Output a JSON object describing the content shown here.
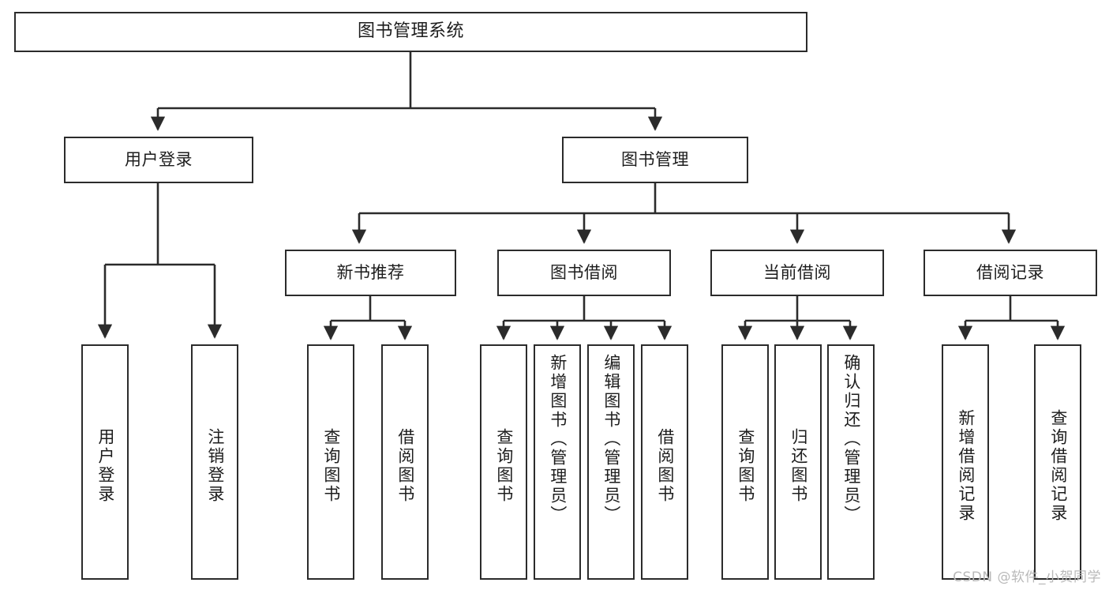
{
  "diagram": {
    "title": "图书管理系统",
    "type": "tree",
    "style": {
      "box_stroke": "#2b2b2b",
      "box_fill": "#ffffff",
      "line_color": "#333333",
      "text_color": "#1d1d1d",
      "watermark_color": "#b9b9b9"
    },
    "root": {
      "label": "图书管理系统"
    },
    "level2": [
      {
        "label": "用户登录"
      },
      {
        "label": "图书管理"
      }
    ],
    "level3": [
      {
        "label": "新书推荐"
      },
      {
        "label": "图书借阅"
      },
      {
        "label": "当前借阅"
      },
      {
        "label": "借阅记录"
      }
    ],
    "leaves": {
      "user_login": [
        {
          "label": "用户登录"
        },
        {
          "label": "注销登录"
        }
      ],
      "new_book_recommend": [
        {
          "label": "查询图书"
        },
        {
          "label": "借阅图书"
        }
      ],
      "book_borrow": [
        {
          "label": "查询图书"
        },
        {
          "label": "新增图书（管理员）"
        },
        {
          "label": "编辑图书（管理员）"
        },
        {
          "label": "借阅图书"
        }
      ],
      "current_borrow": [
        {
          "label": "查询图书"
        },
        {
          "label": "归还图书"
        },
        {
          "label": "确认归还（管理员）"
        }
      ],
      "borrow_record": [
        {
          "label": "新增借阅记录"
        },
        {
          "label": "查询借阅记录"
        }
      ]
    }
  },
  "watermark": {
    "text": "CSDN @软件_小贺同学"
  }
}
